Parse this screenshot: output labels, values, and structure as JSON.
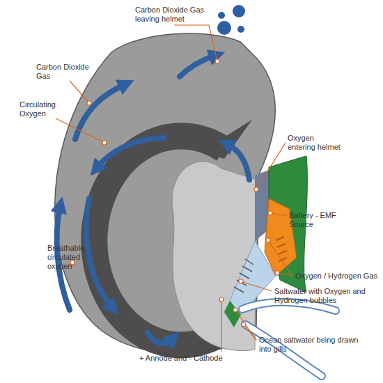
{
  "diagram": {
    "labels": [
      "Carbon Dioxide Gas leaving helmet",
      "Carbon Dioxide Gas",
      "Circulating Oxygen",
      "Breathable circulated oxygen",
      "Oxygen entering helmet",
      "Battery - EMF Source",
      "Oxygen / Hydrogen Gas",
      "Saltwater with Oxygen and Hydrogen bubbles",
      "Ocean saltwater being drawn into gills",
      "+ Annode and - Cathode"
    ]
  }
}
